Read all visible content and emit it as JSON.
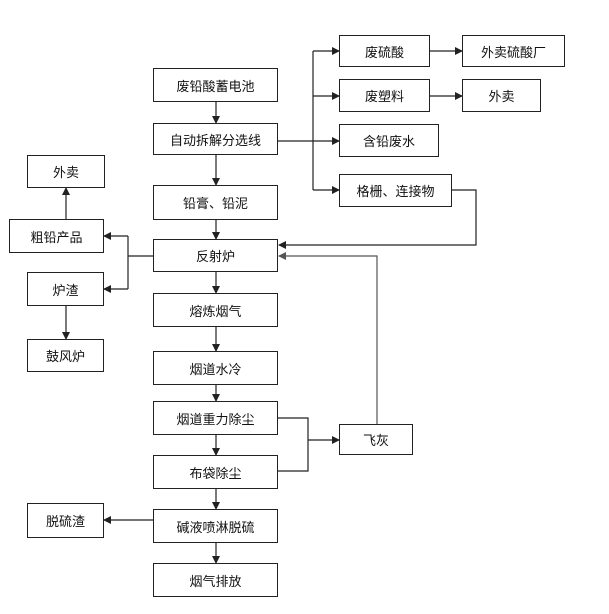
{
  "nodes": {
    "battery": "废铅酸蓄电池",
    "dismantle": "自动拆解分选线",
    "paste": "铅膏、铅泥",
    "furnace": "反射炉",
    "smelt_gas": "熔炼烟气",
    "flue_cool": "烟道水冷",
    "gravity": "烟道重力除尘",
    "bag": "布袋除尘",
    "scrub": "碱液喷淋脱硫",
    "exhaust": "烟气排放",
    "acid": "废硫酸",
    "acid_sale": "外卖硫酸厂",
    "plastic": "废塑料",
    "plastic_sale": "外卖",
    "leadwater": "含铅废水",
    "grid": "格栅、连接物",
    "crude_lead": "粗铅产品",
    "crude_sale": "外卖",
    "slag": "炉渣",
    "blast": "鼓风炉",
    "flyash": "飞灰",
    "desulf_slag": "脱硫渣"
  }
}
